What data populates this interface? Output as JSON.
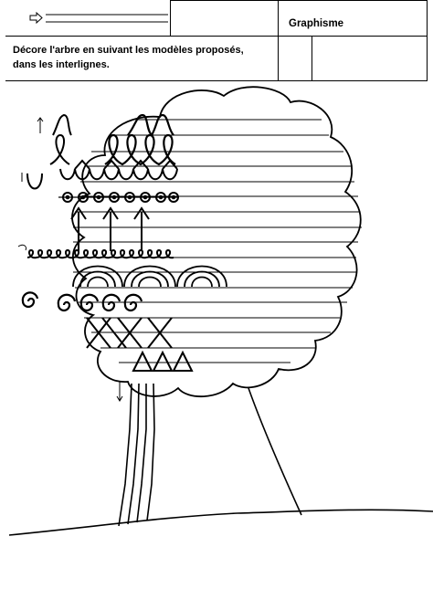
{
  "header": {
    "title": "Graphisme",
    "instruction_line_1": "Décore l'arbre en suivant les modèles proposés,",
    "instruction_line_2": "dans les interlignes.",
    "name_field_icon": "arrow-right-outline-icon"
  },
  "worksheet": {
    "subject": "tree-with-ruled-crown",
    "patterns": [
      "loops",
      "cups-and-circles",
      "arrows-up",
      "small-loops",
      "arches",
      "spirals",
      "crossed-lines",
      "triangles"
    ],
    "trunk_icon": "vertical-stroke-guide-icon"
  }
}
